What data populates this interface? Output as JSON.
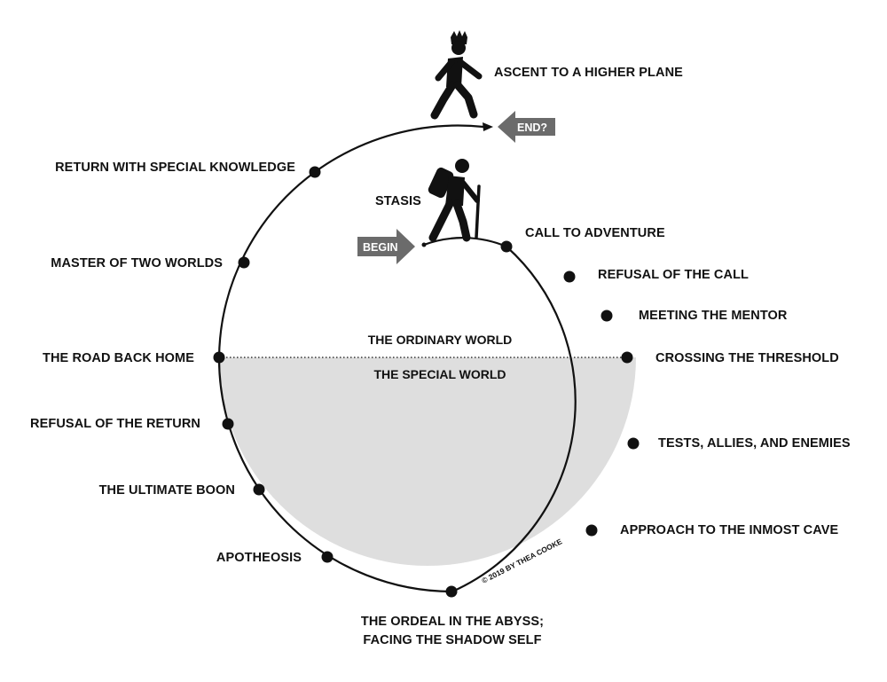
{
  "top_label": "ASCENT TO A HIGHER PLANE",
  "end_arrow": "END?",
  "begin_arrow": "BEGIN",
  "stasis": "STASIS",
  "worlds": {
    "ordinary": "THE ORDINARY WORLD",
    "special": "THE SPECIAL WORLD"
  },
  "copyright": "© 2019 BY THEA COOKE",
  "stages": [
    "CALL TO ADVENTURE",
    "REFUSAL OF THE CALL",
    "MEETING THE MENTOR",
    "CROSSING THE THRESHOLD",
    "TESTS, ALLIES, AND ENEMIES",
    "APPROACH TO THE INMOST CAVE",
    "THE ORDEAL IN THE ABYSS;",
    "FACING THE SHADOW SELF",
    "APOTHEOSIS",
    "THE ULTIMATE BOON",
    "REFUSAL OF THE RETURN",
    "THE ROAD BACK HOME",
    "MASTER OF TWO WORLDS",
    "RETURN WITH SPECIAL KNOWLEDGE"
  ],
  "colors": {
    "special_world_fill": "#dedede",
    "arrow_fill": "#6b6b6b",
    "ink": "#111111"
  },
  "icons": [
    "crowned-walker-icon",
    "hiker-icon"
  ]
}
